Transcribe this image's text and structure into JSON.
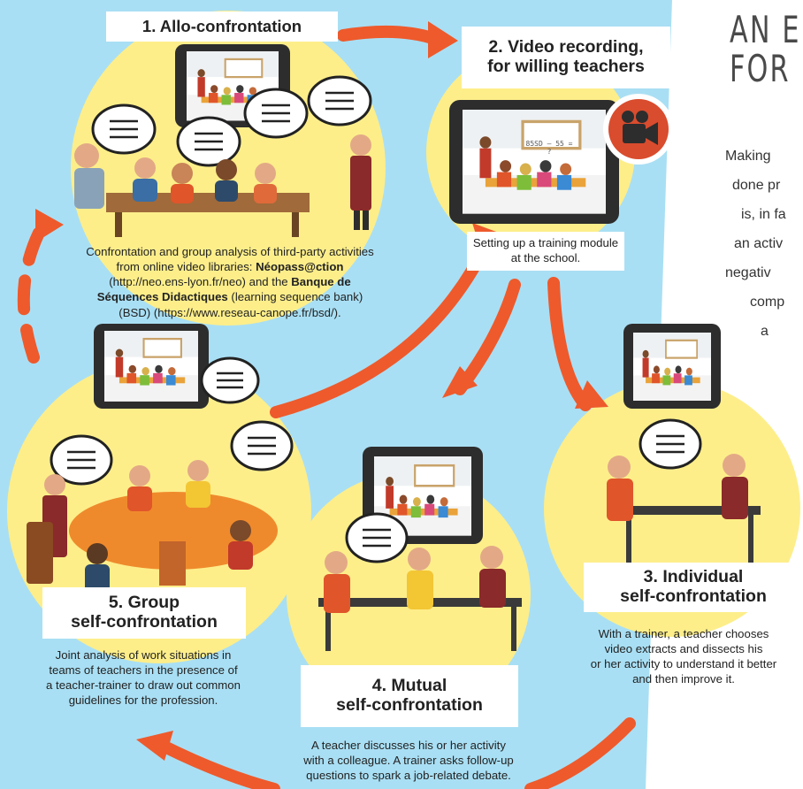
{
  "steps": {
    "s1": {
      "title": "1. Allo-confrontation",
      "desc_line1": "Confrontation and group analysis of third-party activities",
      "desc_line2_pre": "from online video libraries: ",
      "desc_line2_bold": "Néopass@ction",
      "desc_line3_pre": "(http://neo.ens-lyon.fr/neo) and the ",
      "desc_line3_bold": "Banque de",
      "desc_line4_bold": "Séquences Didactiques",
      "desc_line4_post": " (learning sequence bank)",
      "desc_line5": "(BSD) (https://www.reseau-canope.fr/bsd/)."
    },
    "s2": {
      "title_line1": "2. Video recording,",
      "title_line2": "for willing teachers",
      "desc_line1": "Setting up a training module",
      "desc_line2": "at the school.",
      "board_text": "85SD – 55 = ?"
    },
    "s3": {
      "title_line1": "3. Individual",
      "title_line2": "self-confrontation",
      "desc_line1": "With a trainer, a teacher chooses",
      "desc_line2": "video extracts and dissects his",
      "desc_line3": "or her activity to understand it better",
      "desc_line4": "and then improve it."
    },
    "s4": {
      "title_line1": "4. Mutual",
      "title_line2": "self-confrontation",
      "desc_line1": "A teacher discusses his or her activity",
      "desc_line2": "with a colleague. A trainer asks follow-up",
      "desc_line3": "questions to spark a job-related debate."
    },
    "s5": {
      "title_line1": "5. Group",
      "title_line2": "self-confrontation",
      "desc_line1": "Joint analysis of work situations in",
      "desc_line2": "teams of teachers in the presence of",
      "desc_line3": "a teacher-trainer to draw out common",
      "desc_line4": "guidelines for the profession."
    }
  },
  "side": {
    "title_line1": "AN E",
    "title_line2": "FOR",
    "text_lines": [
      "Making",
      "done pr",
      "is, in fa",
      "an activ",
      "negativ",
      "comp",
      "a"
    ]
  },
  "colors": {
    "background": "#a9dff4",
    "circle": "#fdee8a",
    "arrow": "#ee5a2c",
    "tablet": "#2d2d2d"
  }
}
